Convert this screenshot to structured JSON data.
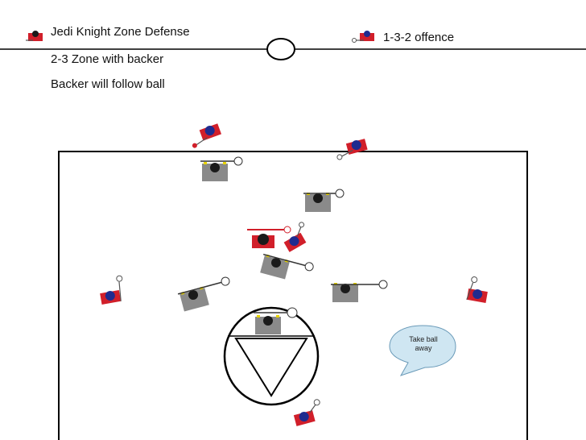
{
  "title": "Jedi Knight Zone Defense",
  "offense_label": "1-3-2 offence",
  "notes": [
    "2-3 Zone with backer",
    "Backer will follow ball"
  ],
  "callout": {
    "line1": "Take ball",
    "line2": "away"
  },
  "colors": {
    "field_line": "#000000",
    "defender_body": "#8a8a8a",
    "defender_helmet": "#1a1a1a",
    "defender_accent": "#e8d400",
    "attacker_body": "#d11f2a",
    "attacker_helmet": "#1f2b8f",
    "callout_fill": "#cfe6f2",
    "callout_stroke": "#6a9ab8"
  }
}
